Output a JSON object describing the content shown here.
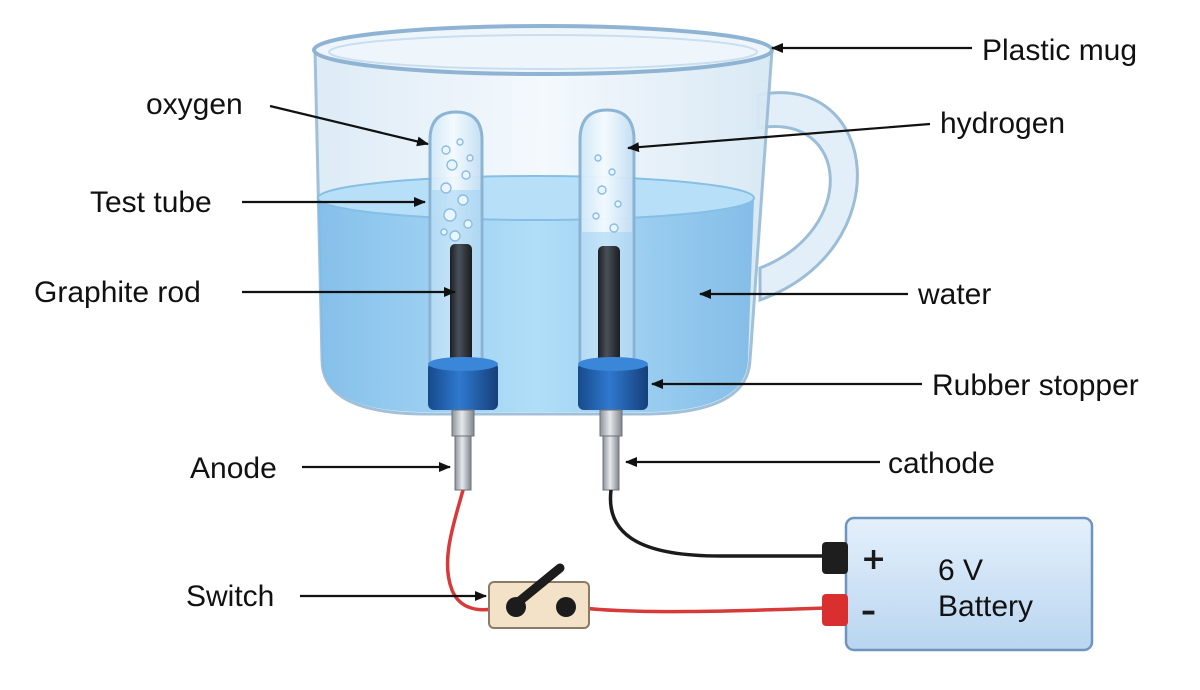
{
  "labels": {
    "plastic_mug": "Plastic mug",
    "oxygen": "oxygen",
    "hydrogen": "hydrogen",
    "test_tube": "Test tube",
    "graphite_rod": "Graphite rod",
    "water": "water",
    "rubber_stopper": "Rubber stopper",
    "anode": "Anode",
    "cathode": "cathode",
    "switch": "Switch"
  },
  "battery": {
    "voltage": "6 V",
    "name": "Battery",
    "plus": "+",
    "minus": "–"
  },
  "colors": {
    "water": "#8cc8f0",
    "stopper": "#1f5fb0",
    "graphite": "#2a2e35",
    "red_wire": "#d83a3a",
    "black_wire": "#1b1b1b",
    "battery_body": "#cfe3f7"
  }
}
